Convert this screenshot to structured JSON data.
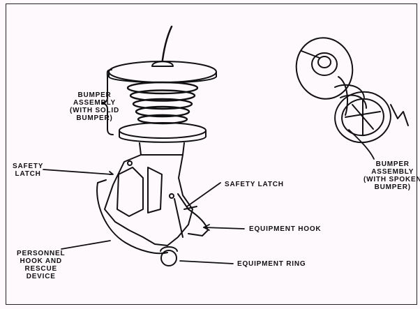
{
  "diagram": {
    "labels": {
      "bumper_solid": [
        "BUMPER",
        "ASSEMBLY",
        "(WITH SOLID",
        "BUMPER)"
      ],
      "safety_latch_left": [
        "SAFETY",
        "LATCH"
      ],
      "personnel_hook": [
        "PERSONNEL",
        "HOOK  AND",
        "RESCUE",
        "DEVICE"
      ],
      "safety_latch_right": "SAFETY LATCH",
      "equipment_hook": "EQUIPMENT HOOK",
      "equipment_ring": "EQUIPMENT RING",
      "bumper_spoken": [
        "BUMPER",
        "ASSEMBLY",
        "(WITH SPOKEN",
        "BUMPER)"
      ]
    },
    "colors": {
      "ink": "#111111",
      "paper": "#fdf9fd"
    }
  }
}
